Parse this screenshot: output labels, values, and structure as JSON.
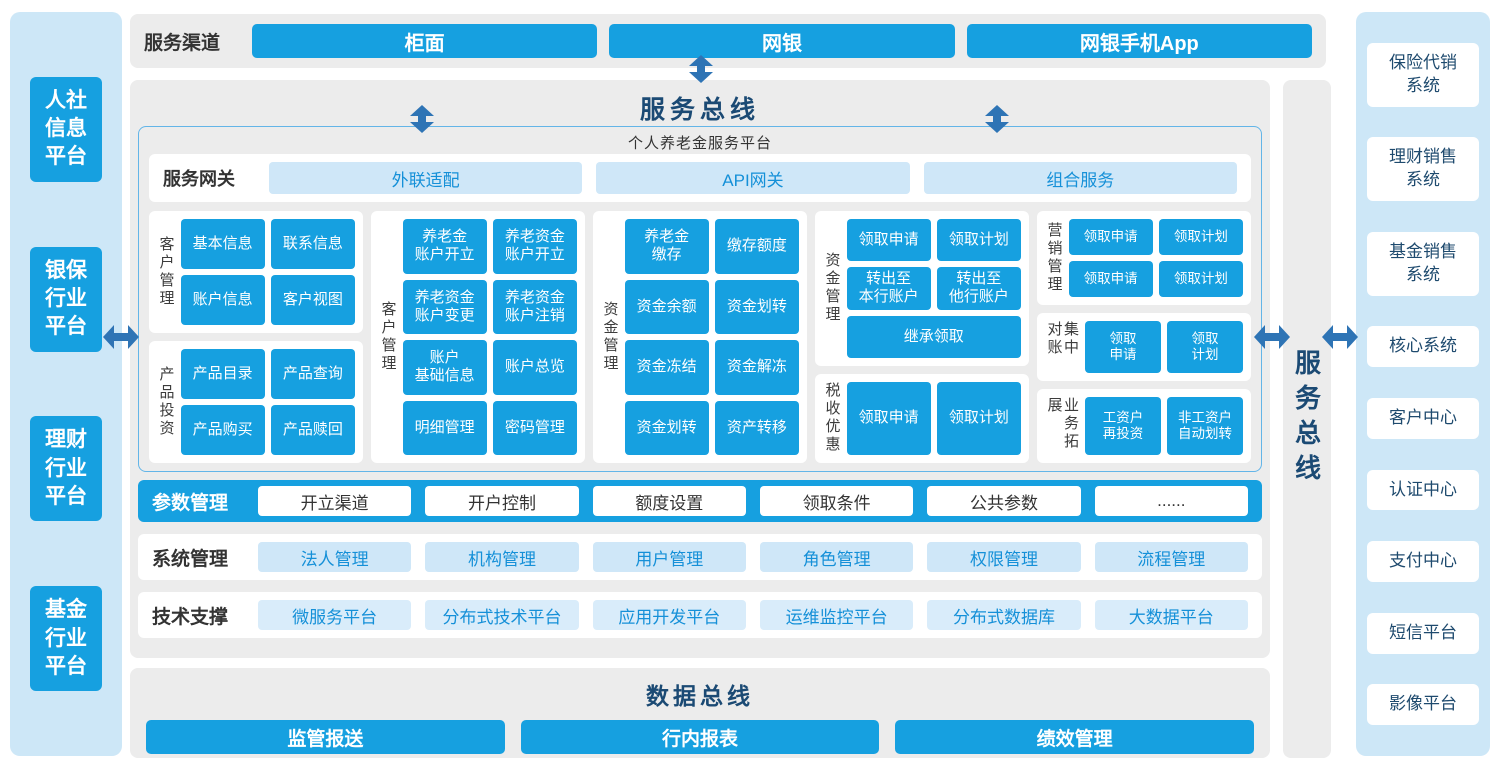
{
  "colors": {
    "accent_blue": "#16a0e0",
    "arrow_blue": "#2e74b5",
    "title_navy": "#1b4a74",
    "pill_bg": "#cfe7f8",
    "pill_text": "#1590d8",
    "panel_gray": "#ececec",
    "sidebar_bg": "#cde7f7"
  },
  "left_sidebar": {
    "items": [
      {
        "label": "人社\n信息\n平台"
      },
      {
        "label": "银保\n行业\n平台"
      },
      {
        "label": "理财\n行业\n平台"
      },
      {
        "label": "基金\n行业\n平台"
      }
    ]
  },
  "channels": {
    "label": "服务渠道",
    "items": [
      {
        "label": "柜面"
      },
      {
        "label": "网银"
      },
      {
        "label": "网银手机App"
      }
    ]
  },
  "service_bus": {
    "title": "服务总线"
  },
  "platform": {
    "title": "个人养老金服务平台",
    "gateway": {
      "label": "服务网关",
      "items": [
        {
          "label": "外联适配"
        },
        {
          "label": "API网关"
        },
        {
          "label": "组合服务"
        }
      ]
    },
    "groups": {
      "customer": {
        "label": "客户管理",
        "buttons": [
          "基本信息",
          "联系信息",
          "账户信息",
          "客户视图"
        ]
      },
      "product": {
        "label": "产品投资",
        "buttons": [
          "产品目录",
          "产品查询",
          "产品购买",
          "产品赎回"
        ]
      },
      "account": {
        "label": "客户管理",
        "buttons": [
          "养老金\n账户开立",
          "养老资金\n账户开立",
          "养老资金\n账户变更",
          "养老资金\n账户注销",
          "账户\n基础信息",
          "账户总览",
          "明细管理",
          "密码管理"
        ]
      },
      "funds": {
        "label": "资金管理",
        "buttons": [
          "养老金\n缴存",
          "缴存额度",
          "资金余额",
          "资金划转",
          "资金冻结",
          "资金解冻",
          "资金划转",
          "资产转移"
        ]
      },
      "withdraw": {
        "label": "资金管理",
        "buttons": [
          "领取申请",
          "领取计划",
          "转出至\n本行账户",
          "转出至\n他行账户",
          "继承领取"
        ]
      },
      "tax": {
        "label": "税收优惠",
        "buttons": [
          "领取申请",
          "领取计划"
        ]
      },
      "marketing": {
        "label": "营销管理",
        "buttons": [
          "领取申请",
          "领取计划",
          "领取申请",
          "领取计划"
        ]
      },
      "reconcile": {
        "label": "集中对账",
        "buttons": [
          "领取\n申请",
          "领取\n计划"
        ]
      },
      "expansion": {
        "label": "业务拓展",
        "buttons": [
          "工资户\n再投资",
          "非工资户\n自动划转"
        ]
      }
    },
    "params": {
      "label": "参数管理",
      "items": [
        {
          "label": "开立渠道"
        },
        {
          "label": "开户控制"
        },
        {
          "label": "额度设置"
        },
        {
          "label": "领取条件"
        },
        {
          "label": "公共参数"
        },
        {
          "label": "......"
        }
      ]
    }
  },
  "system_mgmt": {
    "label": "系统管理",
    "items": [
      {
        "label": "法人管理"
      },
      {
        "label": "机构管理"
      },
      {
        "label": "用户管理"
      },
      {
        "label": "角色管理"
      },
      {
        "label": "权限管理"
      },
      {
        "label": "流程管理"
      }
    ]
  },
  "tech_support": {
    "label": "技术支撑",
    "items": [
      {
        "label": "微服务平台"
      },
      {
        "label": "分布式技术平台"
      },
      {
        "label": "应用开发平台"
      },
      {
        "label": "运维监控平台"
      },
      {
        "label": "分布式数据库"
      },
      {
        "label": "大数据平台"
      }
    ]
  },
  "data_bus": {
    "title": "数据总线",
    "items": [
      {
        "label": "监管报送"
      },
      {
        "label": "行内报表"
      },
      {
        "label": "绩效管理"
      }
    ]
  },
  "right_bus": {
    "title": "服务总线"
  },
  "right_sidebar": {
    "items": [
      {
        "label": "保险代销\n系统"
      },
      {
        "label": "理财销售\n系统"
      },
      {
        "label": "基金销售\n系统"
      },
      {
        "label": "核心系统"
      },
      {
        "label": "客户中心"
      },
      {
        "label": "认证中心"
      },
      {
        "label": "支付中心"
      },
      {
        "label": "短信平台"
      },
      {
        "label": "影像平台"
      }
    ]
  }
}
